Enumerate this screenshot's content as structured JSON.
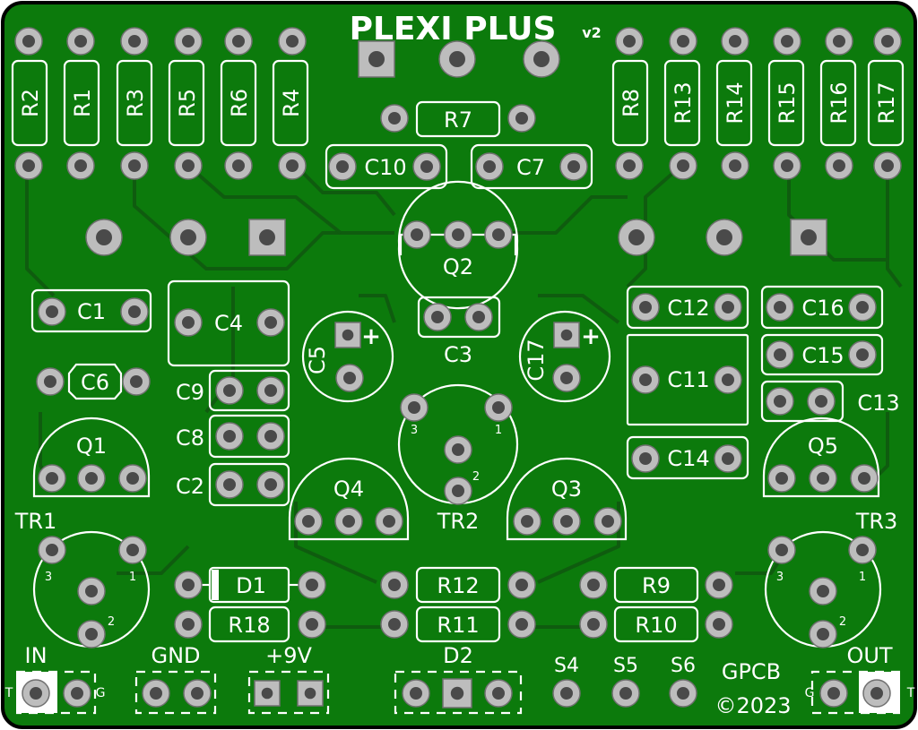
{
  "board": {
    "title": "PLEXI  PLUS",
    "version": "v2",
    "maker": "GPCB",
    "copyright": "©2023",
    "colors": {
      "board": "#0c7a0c",
      "board_edge": "#000000",
      "silk": "#ffffff",
      "pad": "#bdbdbd",
      "trace": "#0f5c0f"
    }
  },
  "resistors": {
    "r2": "R2",
    "r1": "R1",
    "r3": "R3",
    "r5": "R5",
    "r6": "R6",
    "r4": "R4",
    "r8": "R8",
    "r13": "R13",
    "r14": "R14",
    "r15": "R15",
    "r16": "R16",
    "r17": "R17",
    "r7": "R7",
    "r12": "R12",
    "r11": "R11",
    "r9": "R9",
    "r10": "R10",
    "r18": "R18"
  },
  "capacitors": {
    "c10": "C10",
    "c7": "C7",
    "c1": "C1",
    "c4": "C4",
    "c6": "C6",
    "c9": "C9",
    "c8": "C8",
    "c2": "C2",
    "c3": "C3",
    "c5": "C5",
    "c17": "C17",
    "c12": "C12",
    "c11": "C11",
    "c14": "C14",
    "c16": "C16",
    "c15": "C15",
    "c13": "C13"
  },
  "transistors": {
    "q1": "Q1",
    "q2": "Q2",
    "q3": "Q3",
    "q4": "Q4",
    "q5": "Q5"
  },
  "trimmers": {
    "tr1": "TR1",
    "tr2": "TR2",
    "tr3": "TR3",
    "pin1": "1",
    "pin2": "2",
    "pin3": "3"
  },
  "diodes": {
    "d1": "D1",
    "d2": "D2"
  },
  "connectors": {
    "in": "IN",
    "gnd": "GND",
    "power": "+9V",
    "out": "OUT",
    "tip": "T",
    "ground": "G",
    "s4": "S4",
    "s5": "S5",
    "s6": "S6"
  },
  "polarity": {
    "plus": "+"
  }
}
